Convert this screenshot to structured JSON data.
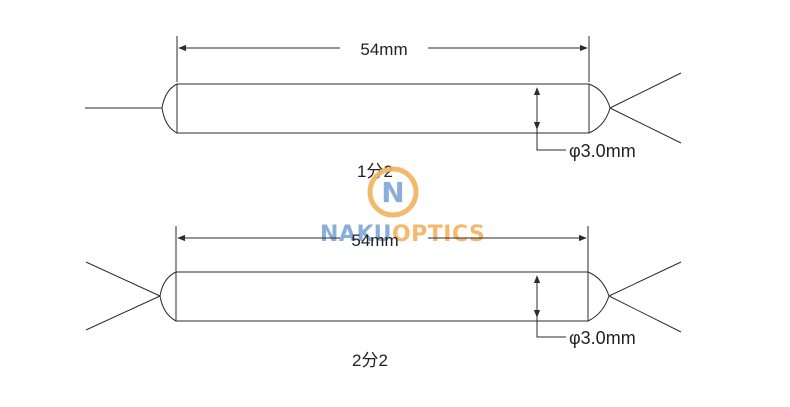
{
  "diagram_top": {
    "length_label": "54mm",
    "diameter_label": "φ3.0mm",
    "caption": "1分2"
  },
  "diagram_bottom": {
    "length_label": "54mm",
    "diameter_label": "φ3.0mm",
    "caption": "2分2"
  },
  "watermark": {
    "logo_letter": "N",
    "brand_left": "NAKU",
    "brand_right": "OPTICS",
    "colors": {
      "blue": "#7ea6d8",
      "orange": "#f3b25e"
    }
  },
  "colors": {
    "line": "#2b2b2b",
    "background": "#ffffff"
  }
}
